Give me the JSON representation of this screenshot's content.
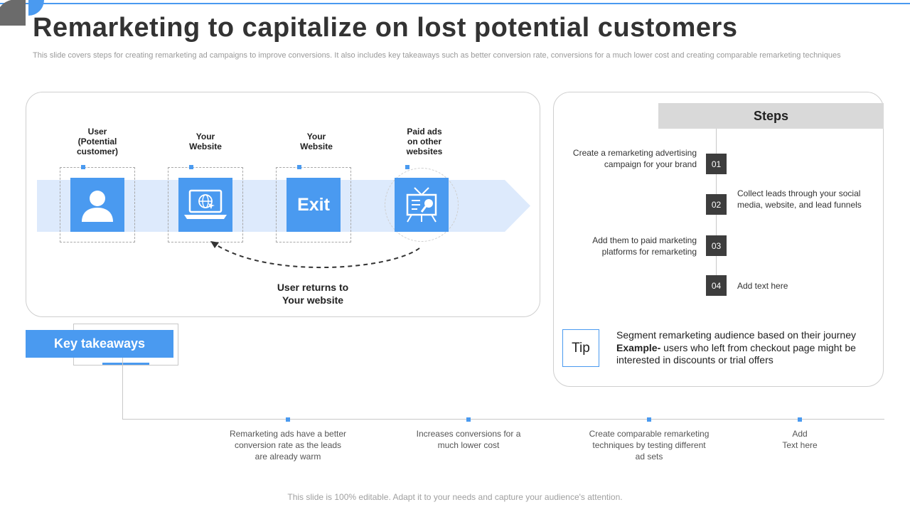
{
  "header": {
    "title": "Remarketing to capitalize on lost potential customers",
    "subtitle": "This slide covers steps for creating remarketing ad campaigns to improve conversions. It also includes key takeaways such as better conversion rate, conversions for a much lower cost and creating comparable remarketing techniques"
  },
  "flow": {
    "nodes": [
      {
        "label": "User\n(Potential\ncustomer)",
        "icon": "user-icon"
      },
      {
        "label": "Your\nWebsite",
        "icon": "laptop-globe-icon"
      },
      {
        "label": "Your\nWebsite",
        "icon": "exit-icon",
        "text": "Exit"
      },
      {
        "label": "Paid ads\non other\nwebsites",
        "icon": "billboard-ad-icon"
      }
    ],
    "return_label": "User returns to\nYour website"
  },
  "steps": {
    "title": "Steps",
    "items": [
      {
        "num": "01",
        "text": "Create a remarketing advertising campaign for your brand"
      },
      {
        "num": "02",
        "text": "Collect leads through your social media, website, and lead funnels"
      },
      {
        "num": "03",
        "text": "Add them to paid marketing platforms for remarketing"
      },
      {
        "num": "04",
        "text": "Add text here"
      }
    ]
  },
  "tip": {
    "label": "Tip",
    "line1": "Segment remarketing audience based on their journey",
    "example_label": "Example-",
    "example_text": " users who left from checkout page might be interested in discounts or trial offers"
  },
  "takeaways": {
    "title": "Key takeaways",
    "items": [
      "Remarketing ads have a better conversion rate as the leads are already warm",
      "Increases conversions for a much lower cost",
      "Create comparable remarketing techniques by testing different ad sets",
      "Add\nText here"
    ]
  },
  "footer": "This slide is 100% editable. Adapt it to your needs and capture your audience's attention.",
  "colors": {
    "accent": "#4a9af0",
    "dark": "#3d3d3d",
    "header_gray": "#d9d9d9"
  }
}
